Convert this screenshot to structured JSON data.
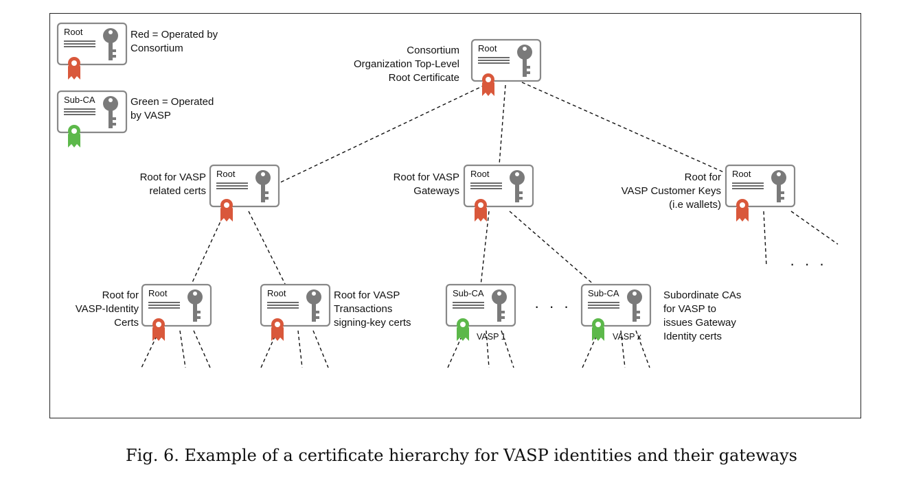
{
  "legend": {
    "red": {
      "cert_label": "Root",
      "text_line1": "Red = Operated by",
      "text_line2": "Consortium"
    },
    "green": {
      "cert_label": "Sub-CA",
      "text_line1": "Green = Operated",
      "text_line2": "by VASP"
    }
  },
  "colors": {
    "red": "#d9583b",
    "green": "#5cb84a",
    "key": "#7a7a7a",
    "cert_border": "#888888"
  },
  "nodes": {
    "top": {
      "cert_label": "Root",
      "caption": [
        "Consortium",
        "Organization Top-Level",
        "Root Certificate"
      ]
    },
    "vasp_related": {
      "cert_label": "Root",
      "caption": [
        "Root for VASP",
        "related certs"
      ]
    },
    "gateways": {
      "cert_label": "Root",
      "caption": [
        "Root for VASP",
        "Gateways"
      ]
    },
    "customer_keys": {
      "cert_label": "Root",
      "caption": [
        "Root for",
        "VASP Customer Keys",
        "(i.e wallets)"
      ]
    },
    "identity": {
      "cert_label": "Root",
      "caption": [
        "Root for",
        "VASP-Identity",
        "Certs"
      ]
    },
    "transactions": {
      "cert_label": "Root",
      "caption": [
        "Root for VASP",
        "Transactions",
        "signing-key certs"
      ]
    },
    "vasp1": {
      "cert_label": "Sub-CA",
      "tag": "VASP 1"
    },
    "vaspx": {
      "cert_label": "Sub-CA",
      "tag": "VASP x",
      "caption": [
        "Subordinate CAs",
        "for VASP to",
        "issues Gateway",
        "Identity certs"
      ]
    }
  },
  "ellipsis": "· · ·",
  "caption": "Fig. 6.  Example of a certificate hierarchy for VASP identities and their gateways"
}
